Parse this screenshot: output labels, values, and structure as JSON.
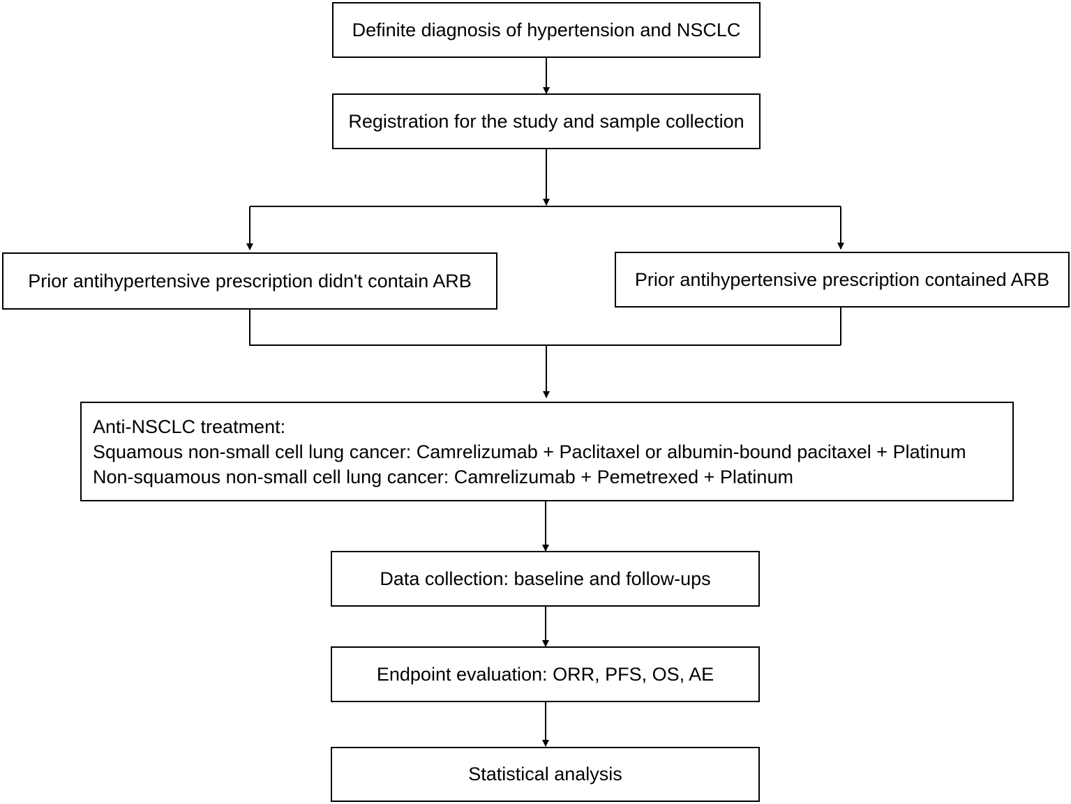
{
  "flowchart": {
    "step1": "Definite diagnosis of hypertension and NSCLC",
    "step2": "Registration for the study and sample collection",
    "branch_left": "Prior antihypertensive prescription didn't contain ARB",
    "branch_right": "Prior antihypertensive prescription contained ARB",
    "treatment": {
      "heading": "Anti-NSCLC treatment:",
      "line1": "Squamous non-small cell lung cancer: Camrelizumab + Paclitaxel or albumin-bound pacitaxel + Platinum",
      "line2": "Non-squamous non-small cell lung cancer: Camrelizumab + Pemetrexed + Platinum"
    },
    "step_data": "Data collection: baseline and follow-ups",
    "step_endpoint": "Endpoint evaluation: ORR, PFS, OS, AE",
    "step_stats": "Statistical analysis"
  },
  "colors": {
    "line": "#000000",
    "box_border": "#000000",
    "background": "#ffffff"
  }
}
